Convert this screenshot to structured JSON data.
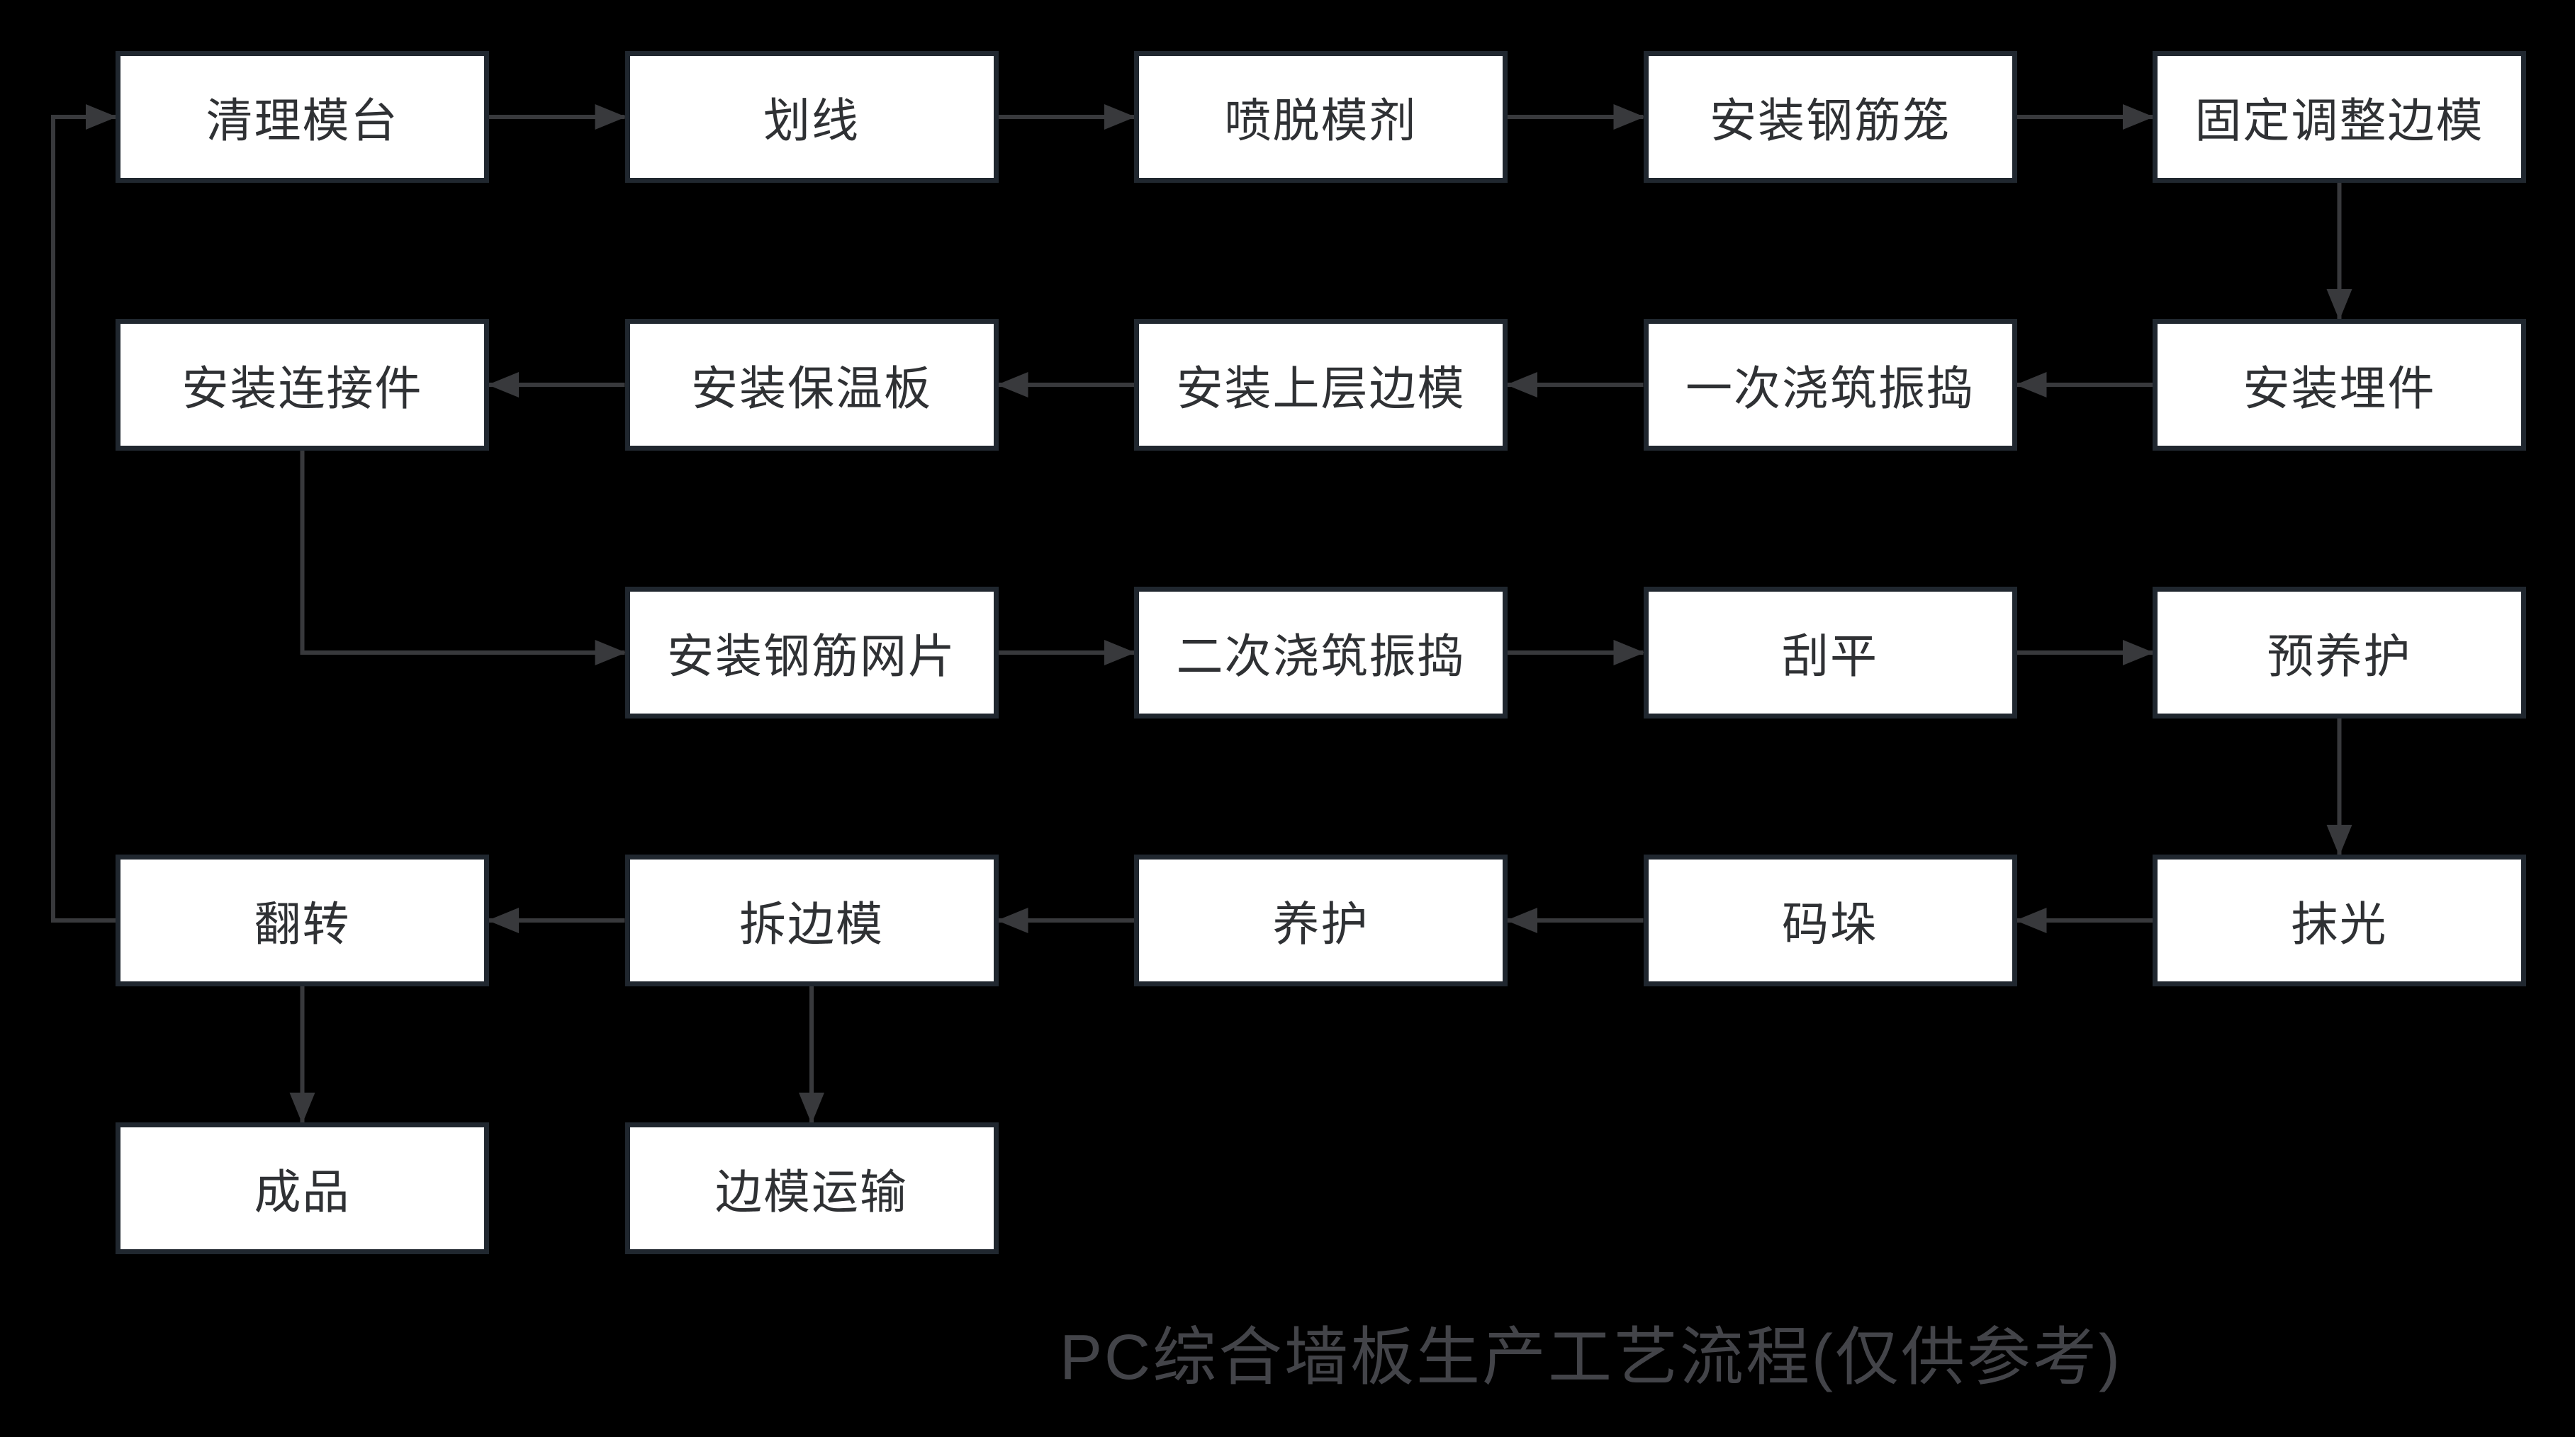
{
  "title": "PC综合墙板生产工艺流程(仅供参考)",
  "colors": {
    "background": "#000000",
    "node_fill": "#ffffff",
    "node_border": "#20272f",
    "node_text": "#2f3134",
    "arrow": "#38393c",
    "title_text": "#434449"
  },
  "nodes": [
    {
      "id": "qingli",
      "label": "清理模台",
      "col": 0,
      "row": 0
    },
    {
      "id": "huaxian",
      "label": "划线",
      "col": 1,
      "row": 0
    },
    {
      "id": "pentuo",
      "label": "喷脱模剂",
      "col": 2,
      "row": 0
    },
    {
      "id": "gangjinlong",
      "label": "安装钢筋笼",
      "col": 3,
      "row": 0
    },
    {
      "id": "guding",
      "label": "固定调整边模",
      "col": 4,
      "row": 0
    },
    {
      "id": "maijian",
      "label": "安装埋件",
      "col": 4,
      "row": 1
    },
    {
      "id": "yici",
      "label": "一次浇筑振捣",
      "col": 3,
      "row": 1
    },
    {
      "id": "shangceng",
      "label": "安装上层边模",
      "col": 2,
      "row": 1
    },
    {
      "id": "baowenban",
      "label": "安装保温板",
      "col": 1,
      "row": 1
    },
    {
      "id": "lianjiejian",
      "label": "安装连接件",
      "col": 0,
      "row": 1
    },
    {
      "id": "wangpian",
      "label": "安装钢筋网片",
      "col": 1,
      "row": 2
    },
    {
      "id": "erci",
      "label": "二次浇筑振捣",
      "col": 2,
      "row": 2
    },
    {
      "id": "guaping",
      "label": "刮平",
      "col": 3,
      "row": 2
    },
    {
      "id": "yuyanghu",
      "label": "预养护",
      "col": 4,
      "row": 2
    },
    {
      "id": "moguang",
      "label": "抹光",
      "col": 4,
      "row": 3
    },
    {
      "id": "maduo",
      "label": "码垛",
      "col": 3,
      "row": 3
    },
    {
      "id": "yanghu",
      "label": "养护",
      "col": 2,
      "row": 3
    },
    {
      "id": "chaibianmo",
      "label": "拆边模",
      "col": 1,
      "row": 3
    },
    {
      "id": "fanzhuan",
      "label": "翻转",
      "col": 0,
      "row": 3
    },
    {
      "id": "chengpin",
      "label": "成品",
      "col": 0,
      "row": 4
    },
    {
      "id": "bianmo",
      "label": "边模运输",
      "col": 1,
      "row": 4
    }
  ],
  "edges": [
    {
      "from": "qingli",
      "to": "huaxian",
      "route": "h"
    },
    {
      "from": "huaxian",
      "to": "pentuo",
      "route": "h"
    },
    {
      "from": "pentuo",
      "to": "gangjinlong",
      "route": "h"
    },
    {
      "from": "gangjinlong",
      "to": "guding",
      "route": "h"
    },
    {
      "from": "guding",
      "to": "maijian",
      "route": "v"
    },
    {
      "from": "maijian",
      "to": "yici",
      "route": "h"
    },
    {
      "from": "yici",
      "to": "shangceng",
      "route": "h"
    },
    {
      "from": "shangceng",
      "to": "baowenban",
      "route": "h"
    },
    {
      "from": "baowenban",
      "to": "lianjiejian",
      "route": "h"
    },
    {
      "from": "lianjiejian",
      "to": "wangpian",
      "route": "elbow"
    },
    {
      "from": "wangpian",
      "to": "erci",
      "route": "h"
    },
    {
      "from": "erci",
      "to": "guaping",
      "route": "h"
    },
    {
      "from": "guaping",
      "to": "yuyanghu",
      "route": "h"
    },
    {
      "from": "yuyanghu",
      "to": "moguang",
      "route": "v"
    },
    {
      "from": "moguang",
      "to": "maduo",
      "route": "h"
    },
    {
      "from": "maduo",
      "to": "yanghu",
      "route": "h"
    },
    {
      "from": "yanghu",
      "to": "chaibianmo",
      "route": "h"
    },
    {
      "from": "chaibianmo",
      "to": "fanzhuan",
      "route": "h"
    },
    {
      "from": "fanzhuan",
      "to": "chengpin",
      "route": "v"
    },
    {
      "from": "chaibianmo",
      "to": "bianmo",
      "route": "v"
    },
    {
      "from": "fanzhuan",
      "to": "qingli",
      "route": "loop-left"
    }
  ]
}
